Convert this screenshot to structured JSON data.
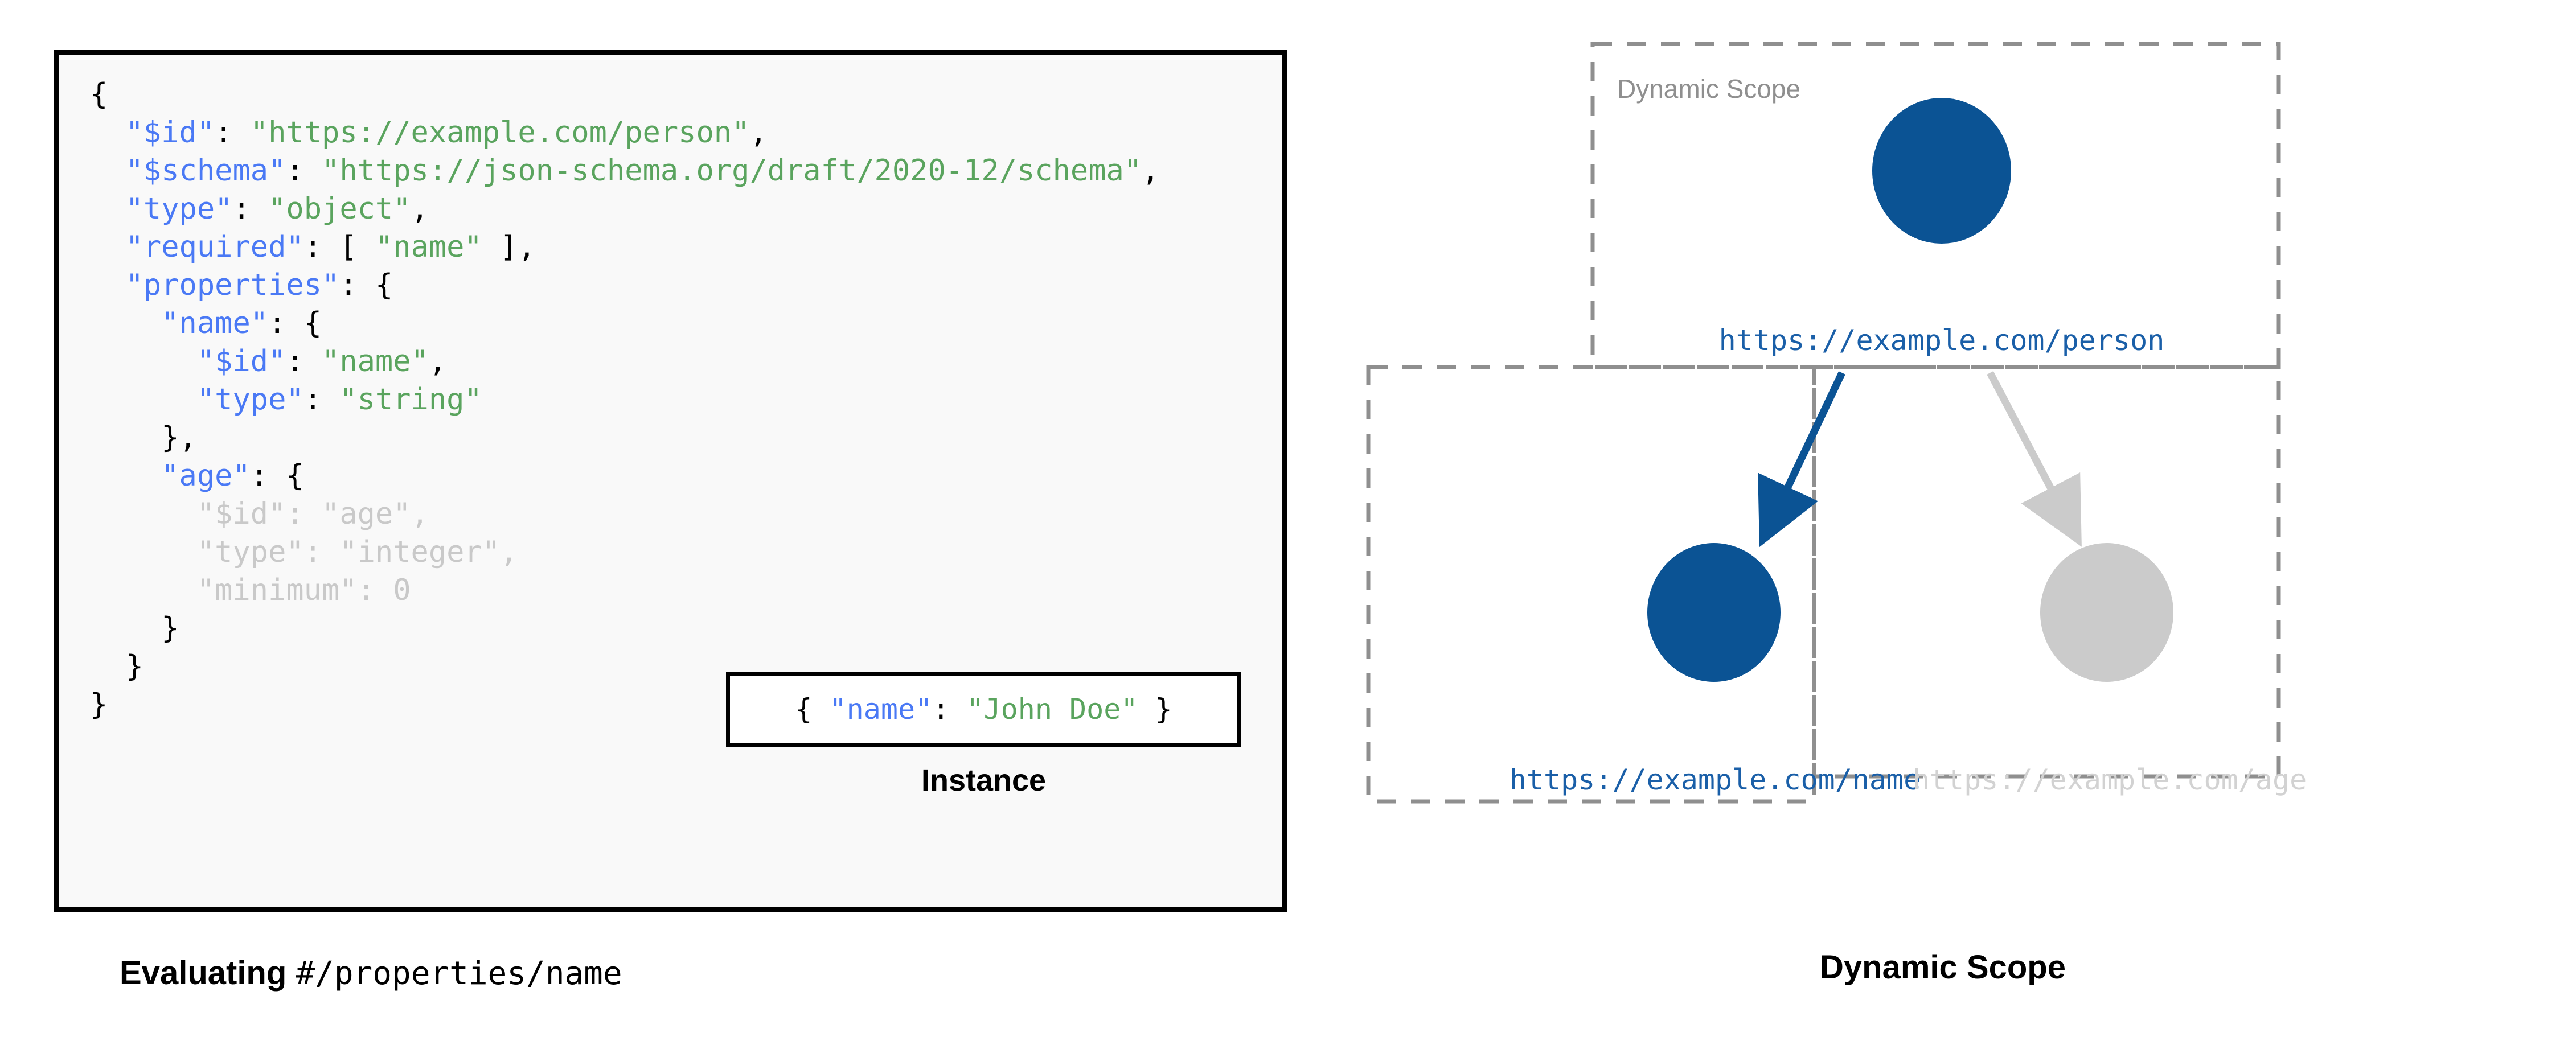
{
  "colors": {
    "accent_blue": "#0B5394",
    "key_blue": "#4a79f5",
    "string_green": "#5aa45e",
    "muted_gray": "#c9c9c9",
    "dashed_gray": "#8f8f8f",
    "panel_bg": "#f9f9f9",
    "border_black": "#000000"
  },
  "left": {
    "schema_code_lines": [
      "{",
      "  \"$id\": \"https://example.com/person\",",
      "  \"$schema\": \"https://json-schema.org/draft/2020-12/schema\",",
      "  \"type\": \"object\",",
      "  \"required\": [ \"name\" ],",
      "  \"properties\": {",
      "    \"name\": {",
      "      \"$id\": \"name\",",
      "      \"type\": \"string\"",
      "    },",
      "    \"age\": {",
      "      \"$id\": \"age\",",
      "      \"type\": \"integer\",",
      "      \"minimum\": 0",
      "    }",
      "  }",
      "}"
    ],
    "instance": {
      "code": "{ \"name\": \"John Doe\" }",
      "key": "\"name\"",
      "value": "\"John Doe\"",
      "caption": "Instance"
    },
    "caption_bold": "Evaluating ",
    "caption_mono": "#/properties/name"
  },
  "right": {
    "scope_label": "Dynamic Scope",
    "nodes": [
      {
        "id": "person",
        "label": "https://example.com/person",
        "state": "active"
      },
      {
        "id": "name",
        "label": "https://example.com/name",
        "state": "active"
      },
      {
        "id": "age",
        "label": "https://example.com/age",
        "state": "muted"
      }
    ],
    "edges": [
      {
        "from": "person",
        "to": "name",
        "state": "active"
      },
      {
        "from": "person",
        "to": "age",
        "state": "muted"
      }
    ],
    "caption": "Dynamic Scope"
  }
}
